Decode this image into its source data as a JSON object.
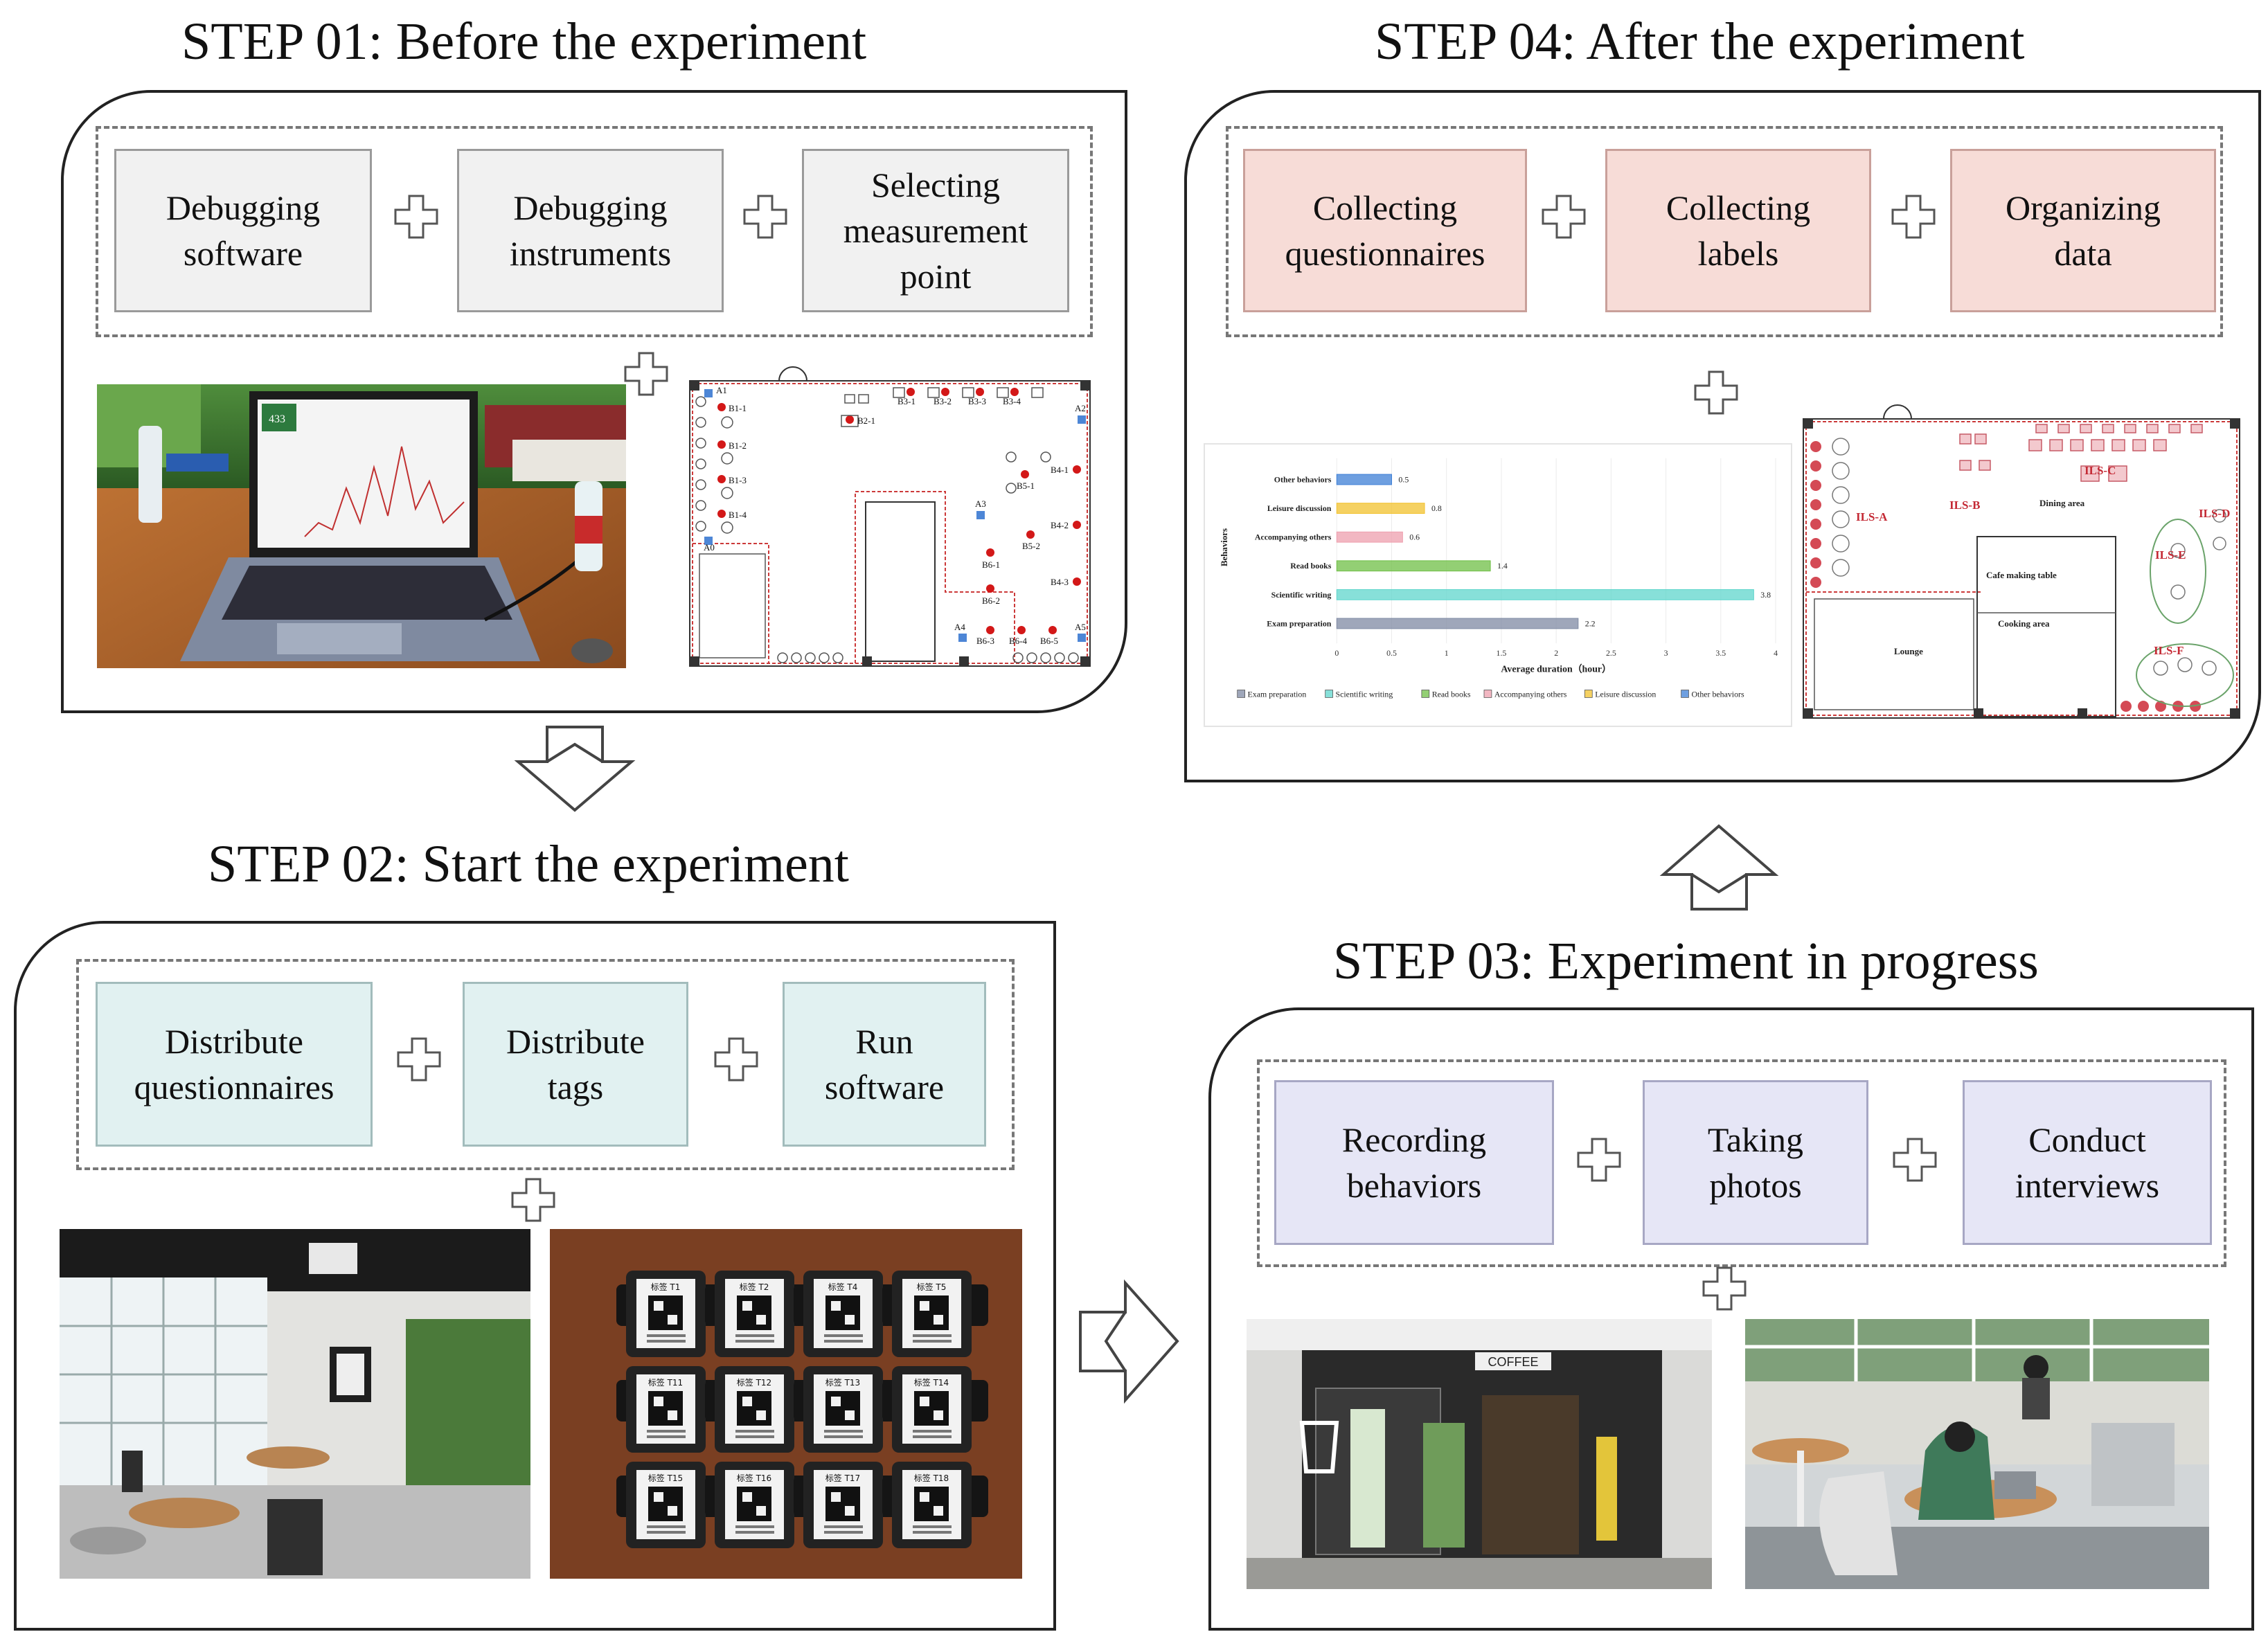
{
  "steps": {
    "s1": {
      "title": "STEP 01: Before the experiment",
      "boxes": [
        "Debugging\nsoftware",
        "Debugging\ninstruments",
        "Selecting\nmeasurement\npoint"
      ]
    },
    "s2": {
      "title": "STEP 02: Start  the experiment",
      "boxes": [
        "Distribute\nquestionnaires",
        "Distribute\ntags",
        "Run\nsoftware"
      ]
    },
    "s3": {
      "title": "STEP 03: Experiment in progress",
      "boxes": [
        "Recording\nbehaviors",
        "Taking\nphotos",
        "Conduct\ninterviews"
      ]
    },
    "s4": {
      "title": "STEP 04: After the experiment",
      "boxes": [
        "Collecting\nquestionnaires",
        "Collecting\nlabels",
        "Organizing\ndata"
      ]
    }
  },
  "floorplan1": {
    "points": [
      "A1",
      "A2",
      "A3",
      "A4",
      "A5",
      "A0",
      "B1-1",
      "B1-2",
      "B1-3",
      "B1-4",
      "B2-1",
      "B3-1",
      "B3-2",
      "B3-3",
      "B3-4",
      "B4-1",
      "B4-2",
      "B4-3",
      "B5-1",
      "B5-2",
      "B6-1",
      "B6-2",
      "B6-3",
      "B6-4",
      "B6-5"
    ]
  },
  "floorplan2": {
    "zones": [
      "ILS-A",
      "ILS-B",
      "ILS-C",
      "ILS-D",
      "ILS-E",
      "ILS-F"
    ],
    "rooms": [
      "Dining area",
      "Cafe making table",
      "Cooking area",
      "Lounge"
    ]
  },
  "tags": [
    "标签 T1",
    "标签 T2",
    "标签 T4",
    "标签 T5",
    "标签 T11",
    "标签 T12",
    "标签 T13",
    "标签 T14",
    "标签 T15",
    "标签 T16",
    "标签 T17",
    "标签 T18"
  ],
  "storefront_sign": "COFFEE",
  "laptop_reading": "433",
  "chart_data": {
    "type": "bar",
    "orientation": "horizontal",
    "categories": [
      "Other behaviors",
      "Leisure discussion",
      "Accompanying others",
      "Read books",
      "Scientific writing",
      "Exam preparation"
    ],
    "values": [
      0.5,
      0.8,
      0.6,
      1.4,
      3.8,
      2.2
    ],
    "value_labels": [
      "0.5",
      "0.8",
      "0.6",
      "1.4",
      "3.8",
      "2.2"
    ],
    "colors": [
      "#3d7fd6",
      "#f2c12e",
      "#ee9fae",
      "#6fbf45",
      "#5fd5cc",
      "#7f8aa3"
    ],
    "xlabel": "Average duration（hour）",
    "ylabel": "Behaviors",
    "xlim": [
      0,
      4
    ],
    "xticks": [
      "0",
      "0.5",
      "1",
      "1.5",
      "2",
      "2.5",
      "3",
      "3.5",
      "4"
    ],
    "legend": [
      "Exam preparation",
      "Scientific writing",
      "Read books",
      "Accompanying others",
      "Leisure discussion",
      "Other behaviors"
    ],
    "legend_colors": [
      "#7f8aa3",
      "#5fd5cc",
      "#6fbf45",
      "#ee9fae",
      "#f2c12e",
      "#3d7fd6"
    ],
    "legend_position": "bottom"
  }
}
